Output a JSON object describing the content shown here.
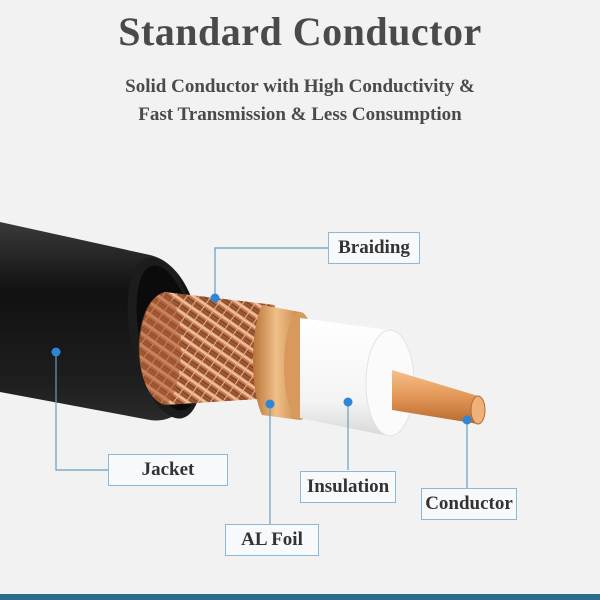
{
  "header": {
    "title": "Standard Conductor",
    "subtitle_line1": "Solid Conductor with High Conductivity &",
    "subtitle_line2": "Fast Transmission & Less Consumption"
  },
  "labels": {
    "braiding": "Braiding",
    "jacket": "Jacket",
    "insulation": "Insulation",
    "conductor": "Conductor",
    "al_foil": "AL Foil"
  },
  "colors": {
    "jacket": "#141414",
    "braid": "#c9835a",
    "foil": "#d9a56b",
    "insulation": "#ffffff",
    "conductor": "#e6a064",
    "callout": "#2e86d6",
    "label_border": "#8cb7d6"
  }
}
